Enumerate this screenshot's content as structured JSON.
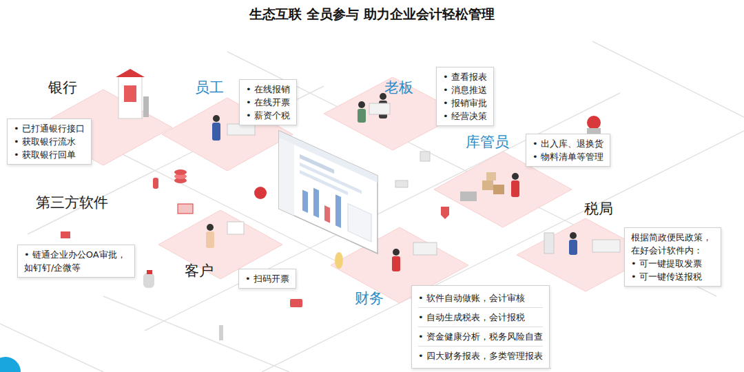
{
  "diagram": {
    "title": "生态互联 全员参与 助力企业会计轻松管理",
    "nodes": [
      {
        "text": [
          "银行",
          "• 已打通银行接口",
          "• 获取银行流水",
          "• 获取银行回单"
        ]
      },
      {
        "text": [
          "员工",
          "• 在线报销",
          "• 在线开票",
          "• 薪资个税"
        ]
      },
      {
        "text": [
          "老板",
          "• 查看报表",
          "• 消息推送",
          "• 报销审批",
          "• 经营决策"
        ]
      },
      {
        "text": [
          "库管员",
          "• 出入库、退换货",
          "• 物料清单等管理"
        ]
      },
      {
        "text": [
          "第三方软件",
          "• 链通企业办公OA审批， 如钉钉/企微等"
        ]
      },
      {
        "text": [
          "税局",
          "根据简政便民政策， 在好会计软件内：",
          "• 可一键提取发票",
          "• 可一键传送报税"
        ]
      },
      {
        "text": [
          "客户",
          "• 扫码开票"
        ]
      },
      {
        "text": [
          "财务",
          "• 软件自动做账，会计审核",
          "• 自动生成税表，会计报税",
          "• 资金健康分析，税务风险自查",
          "• 四大财务报表，多类管理报表"
        ]
      }
    ]
  }
}
